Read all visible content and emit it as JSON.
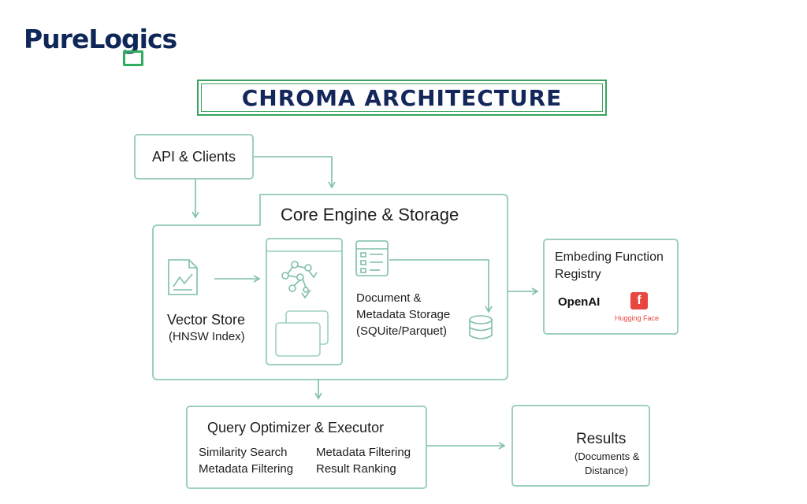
{
  "brand": {
    "logo_text": "PureLogics"
  },
  "title": "CHROMA ARCHITECTURE",
  "nodes": {
    "api_clients": "API & Clients",
    "core_engine": "Core Engine & Storage",
    "vector_store": {
      "name": "Vector Store",
      "sub": "(HNSW Index)"
    },
    "document_storage": {
      "line1": "Document &",
      "line2": "Metadata Storage",
      "line3": "(SQUite/Parquet)"
    },
    "embedding_registry": {
      "line1": "Embeding Function",
      "line2": "Registry",
      "openai": "OpenAI",
      "hugging_face": "Hugging Face",
      "hf_icon_letter": "f"
    },
    "query_optimizer": {
      "title": "Query Optimizer & Executor",
      "items": [
        "Similarity Search",
        "Metadata Filtering",
        "Metadata Filtering",
        "Result Ranking"
      ]
    },
    "results": {
      "title": "Results",
      "line1": "(Documents &",
      "line2": "Distance)"
    }
  },
  "colors": {
    "accent": "#9dd0bc",
    "arrow": "#7fbfa8",
    "brand_navy": "#0f2758",
    "brand_green": "#2fae5f",
    "hf_red": "#e8473f"
  },
  "icons": [
    "chart-document-icon",
    "network-icon",
    "stacked-cards-icon",
    "document-list-icon",
    "database-icon",
    "files-icon"
  ]
}
